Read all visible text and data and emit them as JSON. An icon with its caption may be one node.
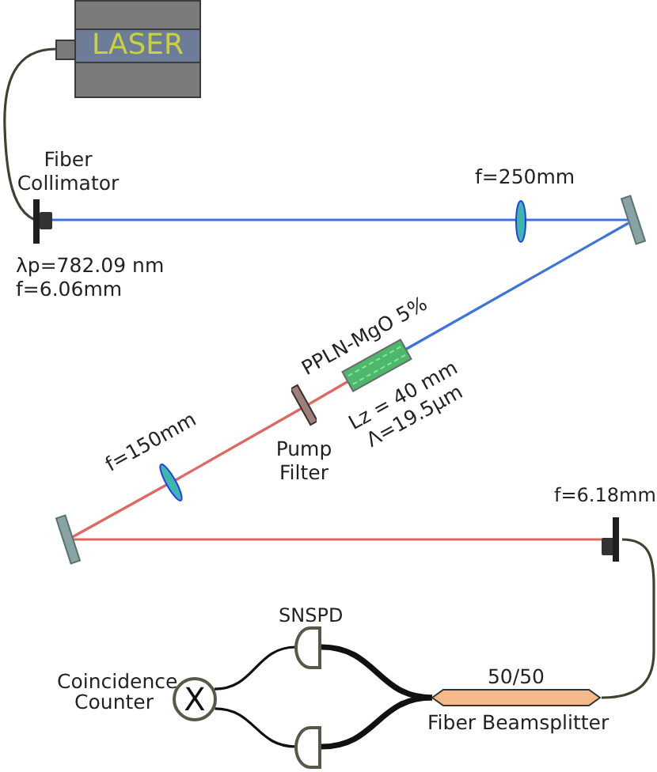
{
  "diagram": {
    "nodes": [
      {
        "text": [
          "LASER"
        ]
      },
      {
        "text": [
          "Fiber Collimator"
        ],
        "beside": [
          "λp=782.09 nm f=6.06mm"
        ]
      },
      {
        "text": [],
        "shape": "lens",
        "beside": [
          "f=250mm"
        ]
      },
      {
        "text": [],
        "shape": "mirror"
      },
      {
        "text": [
          "PPLN-MgO 5%"
        ],
        "beside": [
          "Lz = 40 mm Λ=19.5μm"
        ]
      },
      {
        "text": [
          "Pump Filter"
        ]
      },
      {
        "text": [],
        "shape": "lens",
        "beside": [
          "f=150mm"
        ]
      },
      {
        "text": [],
        "shape": "mirror"
      },
      {
        "text": [],
        "shape": "collimator",
        "beside": [
          "f=6.18mm"
        ]
      },
      {
        "text": [
          "50/50",
          "Fiber Beamsplitter"
        ]
      },
      {
        "text": [
          "SNSPD"
        ]
      },
      {
        "text": [],
        "shape": "detector"
      },
      {
        "text": [
          "X"
        ],
        "beside": [
          "Coincidence Counter"
        ]
      }
    ],
    "edges": [
      {
        "from": 0,
        "to": 1,
        "arrow": "none",
        "color": "#3f4230"
      },
      {
        "from": 1,
        "to": 2,
        "arrow": "none",
        "color": "#3d73dc"
      },
      {
        "from": 2,
        "to": 3,
        "arrow": "none",
        "color": "#3d73dc"
      },
      {
        "from": 3,
        "to": 4,
        "arrow": "none",
        "color": "#3d73dc"
      },
      {
        "from": 4,
        "to": 5,
        "arrow": "none"
      },
      {
        "from": 5,
        "to": 6,
        "arrow": "none"
      },
      {
        "from": 6,
        "to": 7,
        "arrow": "none"
      },
      {
        "from": 7,
        "to": 8,
        "arrow": "none"
      },
      {
        "from": 8,
        "to": 9,
        "arrow": "none",
        "color": "#3f4230"
      },
      {
        "from": 9,
        "to": 10,
        "arrow": "none",
        "style": "thick",
        "color": "#111111"
      },
      {
        "from": 9,
        "to": 11,
        "arrow": "none",
        "style": "thick",
        "color": "#111111"
      },
      {
        "from": 10,
        "to": 12,
        "arrow": "none",
        "color": "#111111"
      },
      {
        "from": 11,
        "to": 12,
        "arrow": "none",
        "color": "#111111"
      }
    ]
  }
}
